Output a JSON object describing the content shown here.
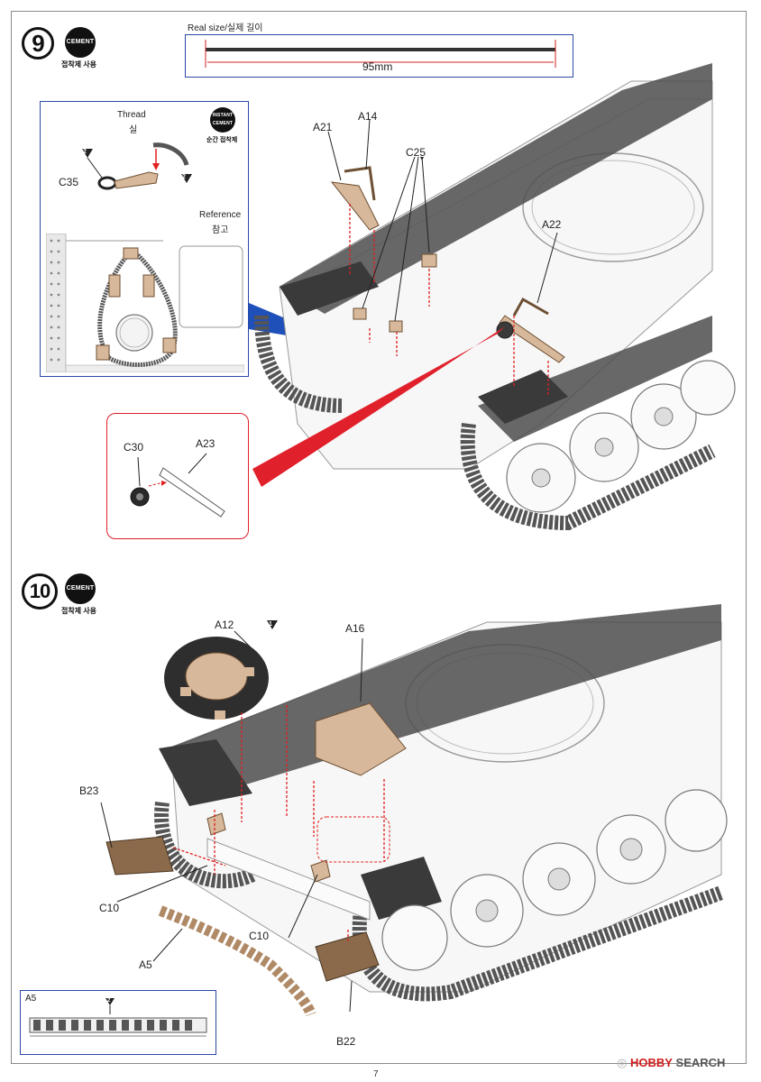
{
  "step9": {
    "number": "9",
    "cement_label": "CEMENT",
    "cement_korean": "접착제 사용",
    "real_size_title": "Real size/실제 길이",
    "real_size_value": "95mm",
    "thread_en": "Thread",
    "thread_ko": "실",
    "instant_cement_label": "INSTANT CEMENT",
    "instant_cement_korean": "순간 접착제",
    "reference_en": "Reference",
    "reference_ko": "참고",
    "callout_number": "2",
    "parts": {
      "c35": "C35",
      "a21": "A21",
      "a14": "A14",
      "c25": "C25",
      "a22": "A22",
      "c30": "C30",
      "a23": "A23"
    }
  },
  "step10": {
    "number": "10",
    "cement_label": "CEMENT",
    "cement_korean": "접착제 사용",
    "callout_one": "1",
    "callout_two": "2",
    "parts": {
      "a12": "A12",
      "a16": "A16",
      "b23": "B23",
      "c10_left": "C10",
      "c10_right": "C10",
      "a5": "A5",
      "b22": "B22",
      "a5_inset": "A5"
    }
  },
  "footer": {
    "page_number": "7",
    "watermark_brand": "HOBBY",
    "watermark_rest": "SEARCH"
  },
  "colors": {
    "part_tan": "#d7b89a",
    "arrow_red": "#e02020",
    "inset_blue": "#1f4fb8",
    "inset_red": "#e0202a",
    "track_dark": "#3a3a3a"
  }
}
